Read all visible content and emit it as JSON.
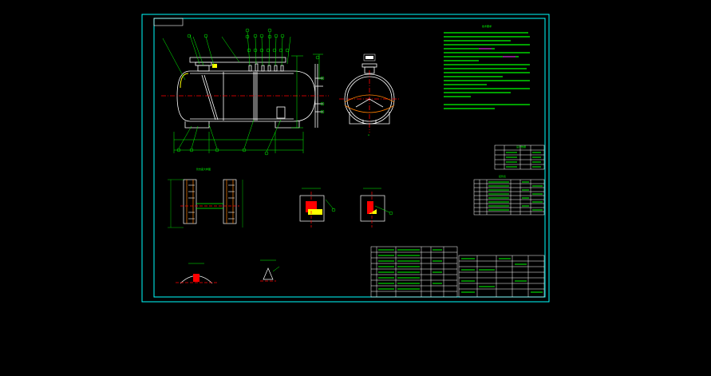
{
  "drawing": {
    "tech_notes_title": "技术要求",
    "nozzle_table_title": "接管表",
    "design_table_title": "设计数据",
    "section_label": "A",
    "view_label": "管支座大样图"
  },
  "colors": {
    "background": "#000000",
    "border": "#00ffff",
    "line": "#ffffff",
    "text": "#00ff00",
    "centerline": "#ff0000",
    "accent_yellow": "#ffff00",
    "accent_orange": "#ff8000",
    "accent_magenta": "#ff00ff"
  }
}
